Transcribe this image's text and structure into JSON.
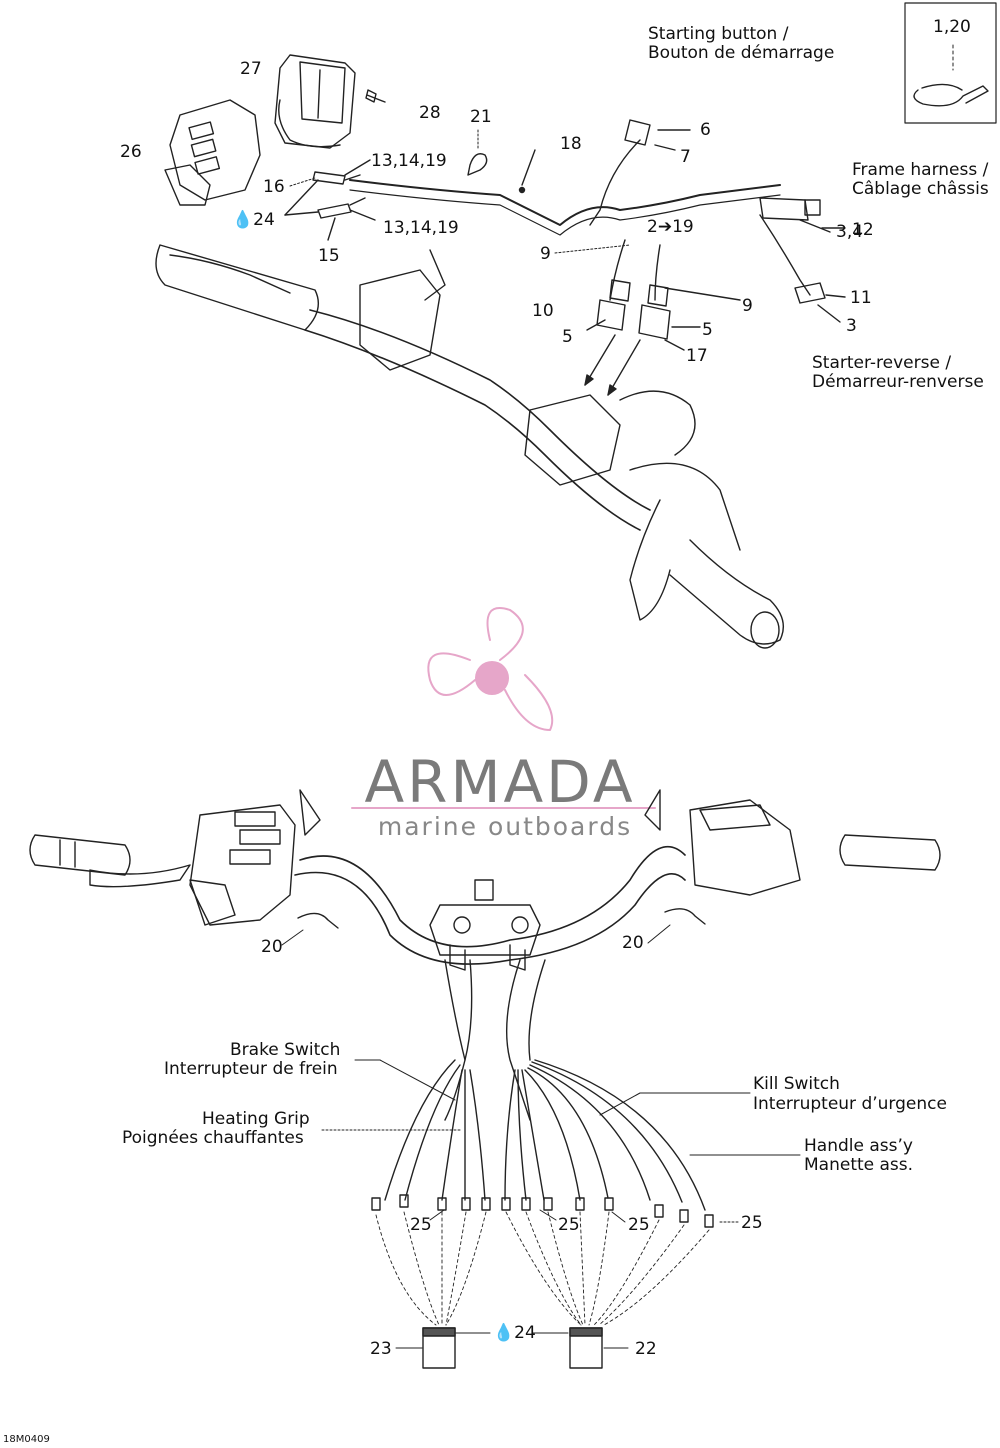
{
  "callouts": {
    "c1_20": "1,20",
    "c27": "27",
    "c28": "28",
    "c21": "21",
    "c18": "18",
    "c6": "6",
    "c7": "7",
    "c26": "26",
    "c13a": "13,14,19",
    "c16": "16",
    "c24a": "24",
    "c13b": "13,14,19",
    "c15": "15",
    "c2_19a": "2",
    "c2_19b": "19",
    "c12": "12",
    "c3_4": "3,4",
    "c9a": "9",
    "c10": "10",
    "c9b": "9",
    "c11": "11",
    "c3": "3",
    "c5a": "5",
    "c5b": "5",
    "c17": "17",
    "c20a": "20",
    "c20b": "20",
    "c25a": "25",
    "c25b": "25",
    "c25c": "25",
    "c25d": "25",
    "c23": "23",
    "c24b": "24",
    "c22": "22"
  },
  "labels": {
    "starting_en": "Starting button /",
    "starting_fr": "Bouton de démarrage",
    "frame_en": "Frame harness /",
    "frame_fr": "Câblage châssis",
    "starter_en": "Starter-reverse /",
    "starter_fr": "Démarreur-renverse",
    "brake_en": "Brake Switch",
    "brake_fr": "Interrupteur de frein",
    "heating_en": "Heating Grip",
    "heating_fr": "Poignées chauffantes",
    "kill_en": "Kill Switch",
    "kill_fr": "Interrupteur d’urgence",
    "handle_en": "Handle ass’y",
    "handle_fr": "Manette ass."
  },
  "watermark": {
    "brand": "ARMADA",
    "tagline": "marine outboards",
    "color": "#e6a6c9"
  },
  "drawing_code": "18M0409"
}
